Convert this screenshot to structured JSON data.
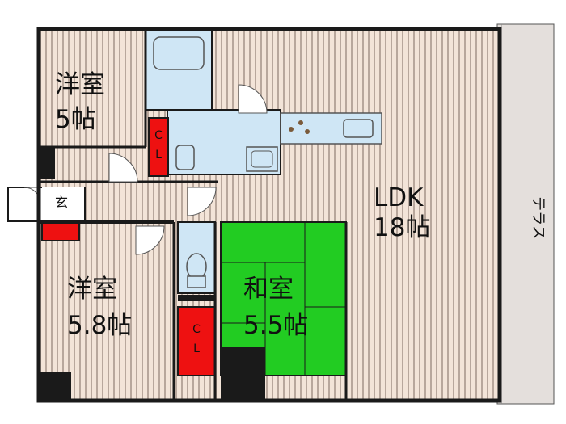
{
  "rooms": {
    "western_top": {
      "name": "洋室",
      "size": "5帖"
    },
    "western_bottom": {
      "name": "洋室",
      "size": "5.8帖"
    },
    "japanese": {
      "name": "和室",
      "size": "5.5帖"
    },
    "ldk": {
      "name": "LDK",
      "size": "18帖"
    },
    "entrance": {
      "label": "玄"
    },
    "terrace": {
      "label": "テラス"
    },
    "closet_top": {
      "line1": "C",
      "line2": "L"
    },
    "closet_bottom": {
      "line1": "C",
      "line2": "L"
    }
  },
  "colors": {
    "wall": "#1a1a1a",
    "wood_floor": "#f3e4d8",
    "wood_stripe": "#b8a79c",
    "tatami": "#22cc22",
    "wet_area": "#cfe6f5",
    "closet": "#ee1111",
    "terrace": "#e4dfdc"
  }
}
